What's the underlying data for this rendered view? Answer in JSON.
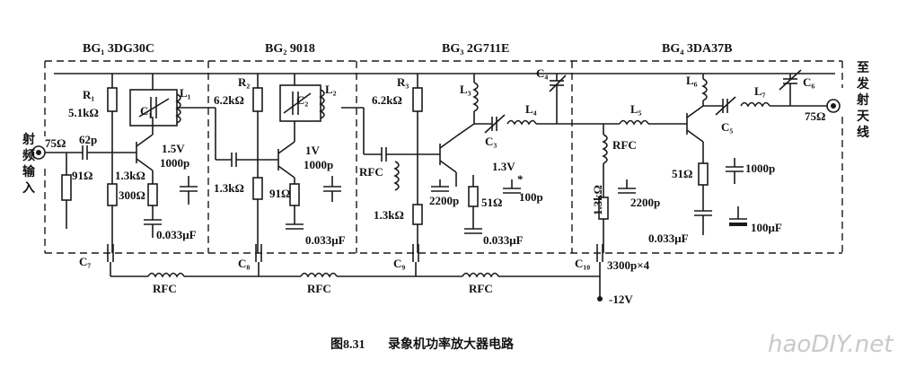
{
  "stages": [
    {
      "id": "bg1",
      "label": "BG₁ 3DG30C"
    },
    {
      "id": "bg2",
      "label": "BG₂ 9018"
    },
    {
      "id": "bg3",
      "label": "BG₃ 2G711E"
    },
    {
      "id": "bg4",
      "label": "BG₄ 3DA37B"
    }
  ],
  "input": {
    "label_lines": [
      "射",
      "频",
      "输",
      "入"
    ],
    "impedance": "75Ω"
  },
  "output": {
    "label_lines": [
      "至",
      "发",
      "射",
      "天",
      "线"
    ],
    "impedance": "75Ω"
  },
  "components": {
    "r1": "R₁",
    "r1_val": "5.1kΩ",
    "r2": "R₂",
    "r2_val": "6.2kΩ",
    "r3": "R₃",
    "r3_val": "6.2kΩ",
    "c1": "C₁",
    "c2": "C₂",
    "c3": "C₃",
    "c4": "C₄",
    "c5": "C₅",
    "c6": "C₆",
    "c7": "C₇",
    "c8": "C₈",
    "c9": "C₉",
    "c10": "C₁₀",
    "l1": "L₁",
    "l2": "L₂",
    "l3": "L₃",
    "l4": "L₄",
    "l5": "L₅",
    "l6": "L₆",
    "l7": "L₇",
    "cin": "62p",
    "rin": "91Ω",
    "re1": "1.3kΩ",
    "re1b": "300Ω",
    "re2a": "1.3kΩ",
    "re2b": "91Ω",
    "re3a": "1.3kΩ",
    "re3b": "51Ω",
    "re4a": "1.3kΩ",
    "re4b": "51Ω",
    "v1": "1.5V",
    "v2": "1V",
    "v3": "1.3V",
    "cp1": "1000p",
    "cp2": "1000p",
    "cp3": "100p",
    "cp3_star": "*",
    "cp4": "1000p",
    "c2200a": "2200p",
    "c2200b": "2200p",
    "cb1": "0.033μF",
    "cb2": "0.033μF",
    "cb3": "0.033μF",
    "cb4": "0.033μF",
    "ce4": "100μF",
    "rfc_a": "RFC",
    "rfc_b": "RFC",
    "rfc_bus1": "RFC",
    "rfc_bus2": "RFC",
    "rfc_bus3": "RFC",
    "bypass": "3300p×4",
    "supply": "-12V"
  },
  "caption": {
    "fig": "图8.31",
    "title": "录象机功率放大器电路"
  },
  "watermark": "haoDIY.net"
}
